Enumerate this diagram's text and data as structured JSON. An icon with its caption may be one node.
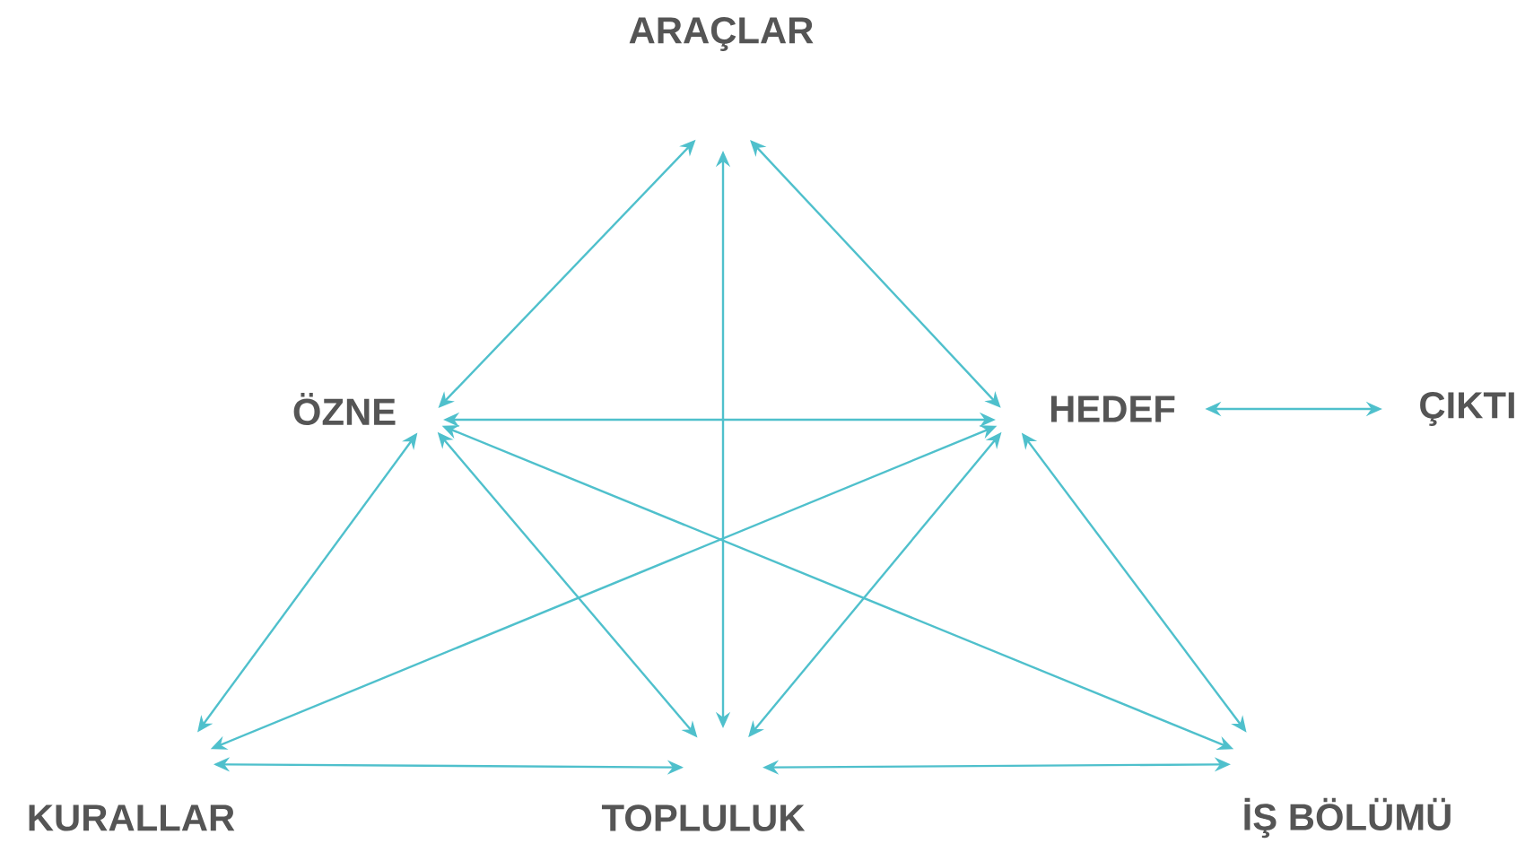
{
  "diagram": {
    "nodes": [
      {
        "text": [
          "ARAÇLAR"
        ]
      },
      {
        "text": [
          "ÖZNE"
        ]
      },
      {
        "text": [
          "HEDEF"
        ]
      },
      {
        "text": [
          "ÇIKTI"
        ]
      },
      {
        "text": [
          "KURALLAR"
        ]
      },
      {
        "text": [
          "TOPLULUK"
        ]
      },
      {
        "text": [
          "İŞ BÖLÜMÜ"
        ]
      }
    ],
    "edges": [
      {
        "from": 0,
        "to": 1,
        "arrow": "both"
      },
      {
        "from": 0,
        "to": 2,
        "arrow": "both"
      },
      {
        "from": 0,
        "to": 5,
        "arrow": "both"
      },
      {
        "from": 1,
        "to": 2,
        "arrow": "both"
      },
      {
        "from": 1,
        "to": 6,
        "arrow": "both"
      },
      {
        "from": 2,
        "to": 4,
        "arrow": "both"
      },
      {
        "from": 1,
        "to": 5,
        "arrow": "both"
      },
      {
        "from": 2,
        "to": 5,
        "arrow": "both"
      },
      {
        "from": 1,
        "to": 4,
        "arrow": "both"
      },
      {
        "from": 2,
        "to": 6,
        "arrow": "both"
      },
      {
        "from": 4,
        "to": 5,
        "arrow": "both"
      },
      {
        "from": 5,
        "to": 6,
        "arrow": "both"
      },
      {
        "from": 2,
        "to": 3,
        "arrow": "both"
      }
    ]
  }
}
